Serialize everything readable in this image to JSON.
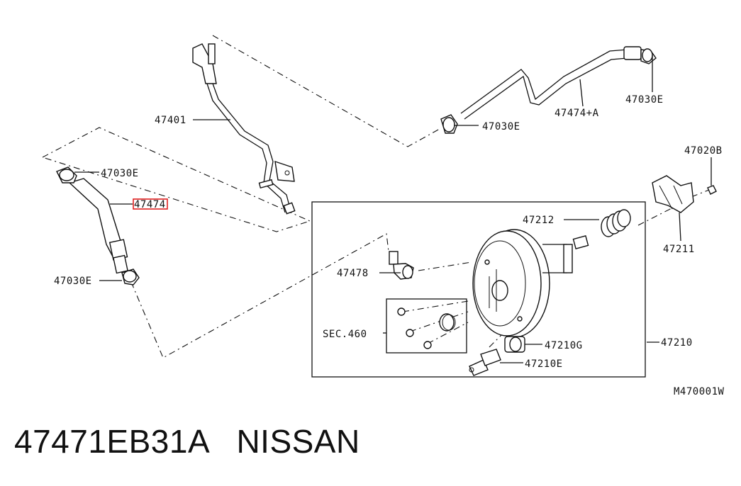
{
  "labels": {
    "tube_top": "47401",
    "clamp_top_right": "47030E",
    "hose_top": "47474+A",
    "clamp_mid": "47030E",
    "clamp_left_top": "47030E",
    "hose_left": "47474",
    "clamp_left_bottom": "47030E",
    "bolt_right": "47020B",
    "bracket_right": "47211",
    "spring": "47212",
    "valve": "47478",
    "section_ref": "SEC.460",
    "booster": "47210",
    "grommet": "47210G",
    "check_valve": "47210E",
    "figure_code": "M470001W"
  },
  "caption": {
    "part_number": "47471EB31A",
    "brand": "NISSAN"
  },
  "colors": {
    "highlight": "#e02020",
    "line": "#111111"
  }
}
